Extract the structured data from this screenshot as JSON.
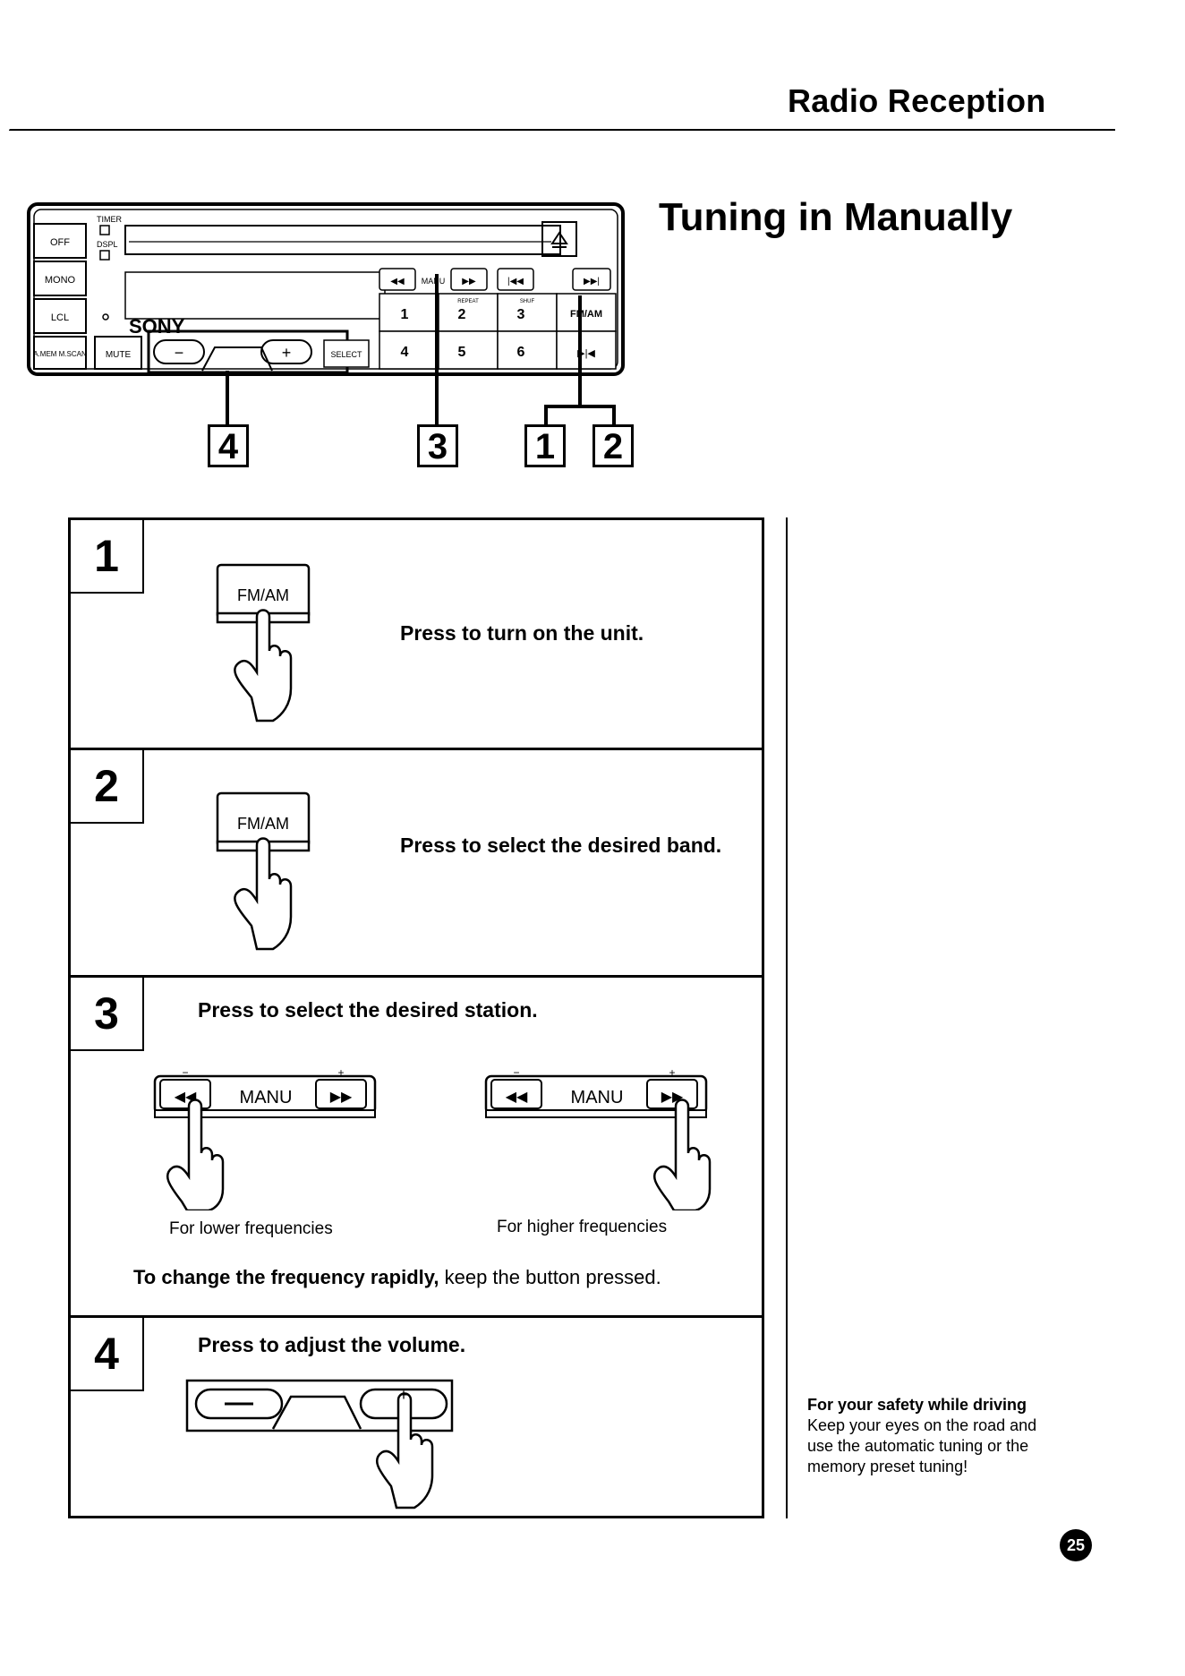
{
  "header": {
    "section_title": "Radio Reception",
    "page_title": "Tuning in Manually"
  },
  "radio": {
    "brand": "SONY",
    "left_buttons": [
      "OFF",
      "MONO",
      "LCL",
      "A.MEM M.SCAN"
    ],
    "small_labels": [
      "TIMER",
      "DSPL"
    ],
    "mute_label": "MUTE",
    "select_label": "SELECT",
    "manu_label": "MANU",
    "preset_top": [
      "1",
      "2",
      "3"
    ],
    "preset_bottom": [
      "4",
      "5",
      "6"
    ],
    "preset_small": [
      "REPEAT",
      "SHUF"
    ],
    "fmam_label": "FM/AM",
    "callouts": [
      "4",
      "3",
      "1",
      "2"
    ]
  },
  "steps": [
    {
      "number": "1",
      "button_label": "FM/AM",
      "text": "Press to turn on the unit."
    },
    {
      "number": "2",
      "button_label": "FM/AM",
      "text": "Press to select the desired band."
    },
    {
      "number": "3",
      "text": "Press to select the desired station.",
      "manu_label": "MANU",
      "caption_left": "For lower frequencies",
      "caption_right": "For higher frequencies",
      "tip_bold": "To change the frequency rapidly,",
      "tip_rest": " keep the button pressed."
    },
    {
      "number": "4",
      "text": "Press to adjust the volume."
    }
  ],
  "sidebar": {
    "safety_title": "For your safety while driving",
    "safety_text": "Keep your eyes on the road and use the automatic tuning or the memory preset tuning!"
  },
  "page_number": "25"
}
